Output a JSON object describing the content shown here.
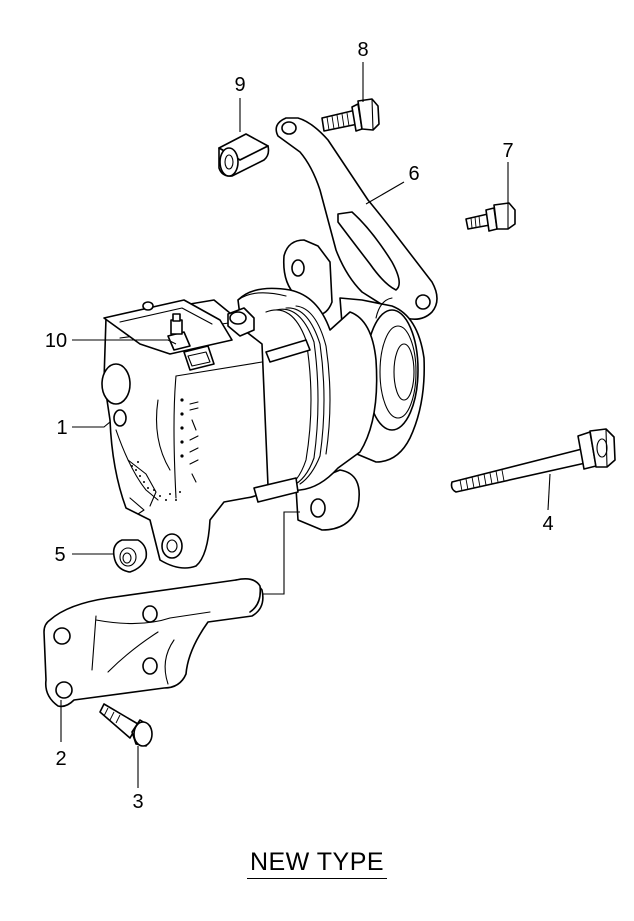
{
  "callouts": {
    "c1": "1",
    "c2": "2",
    "c3": "3",
    "c4": "4",
    "c5": "5",
    "c6": "6",
    "c7": "7",
    "c8": "8",
    "c9": "9",
    "c10": "10"
  },
  "caption": "NEW TYPE"
}
